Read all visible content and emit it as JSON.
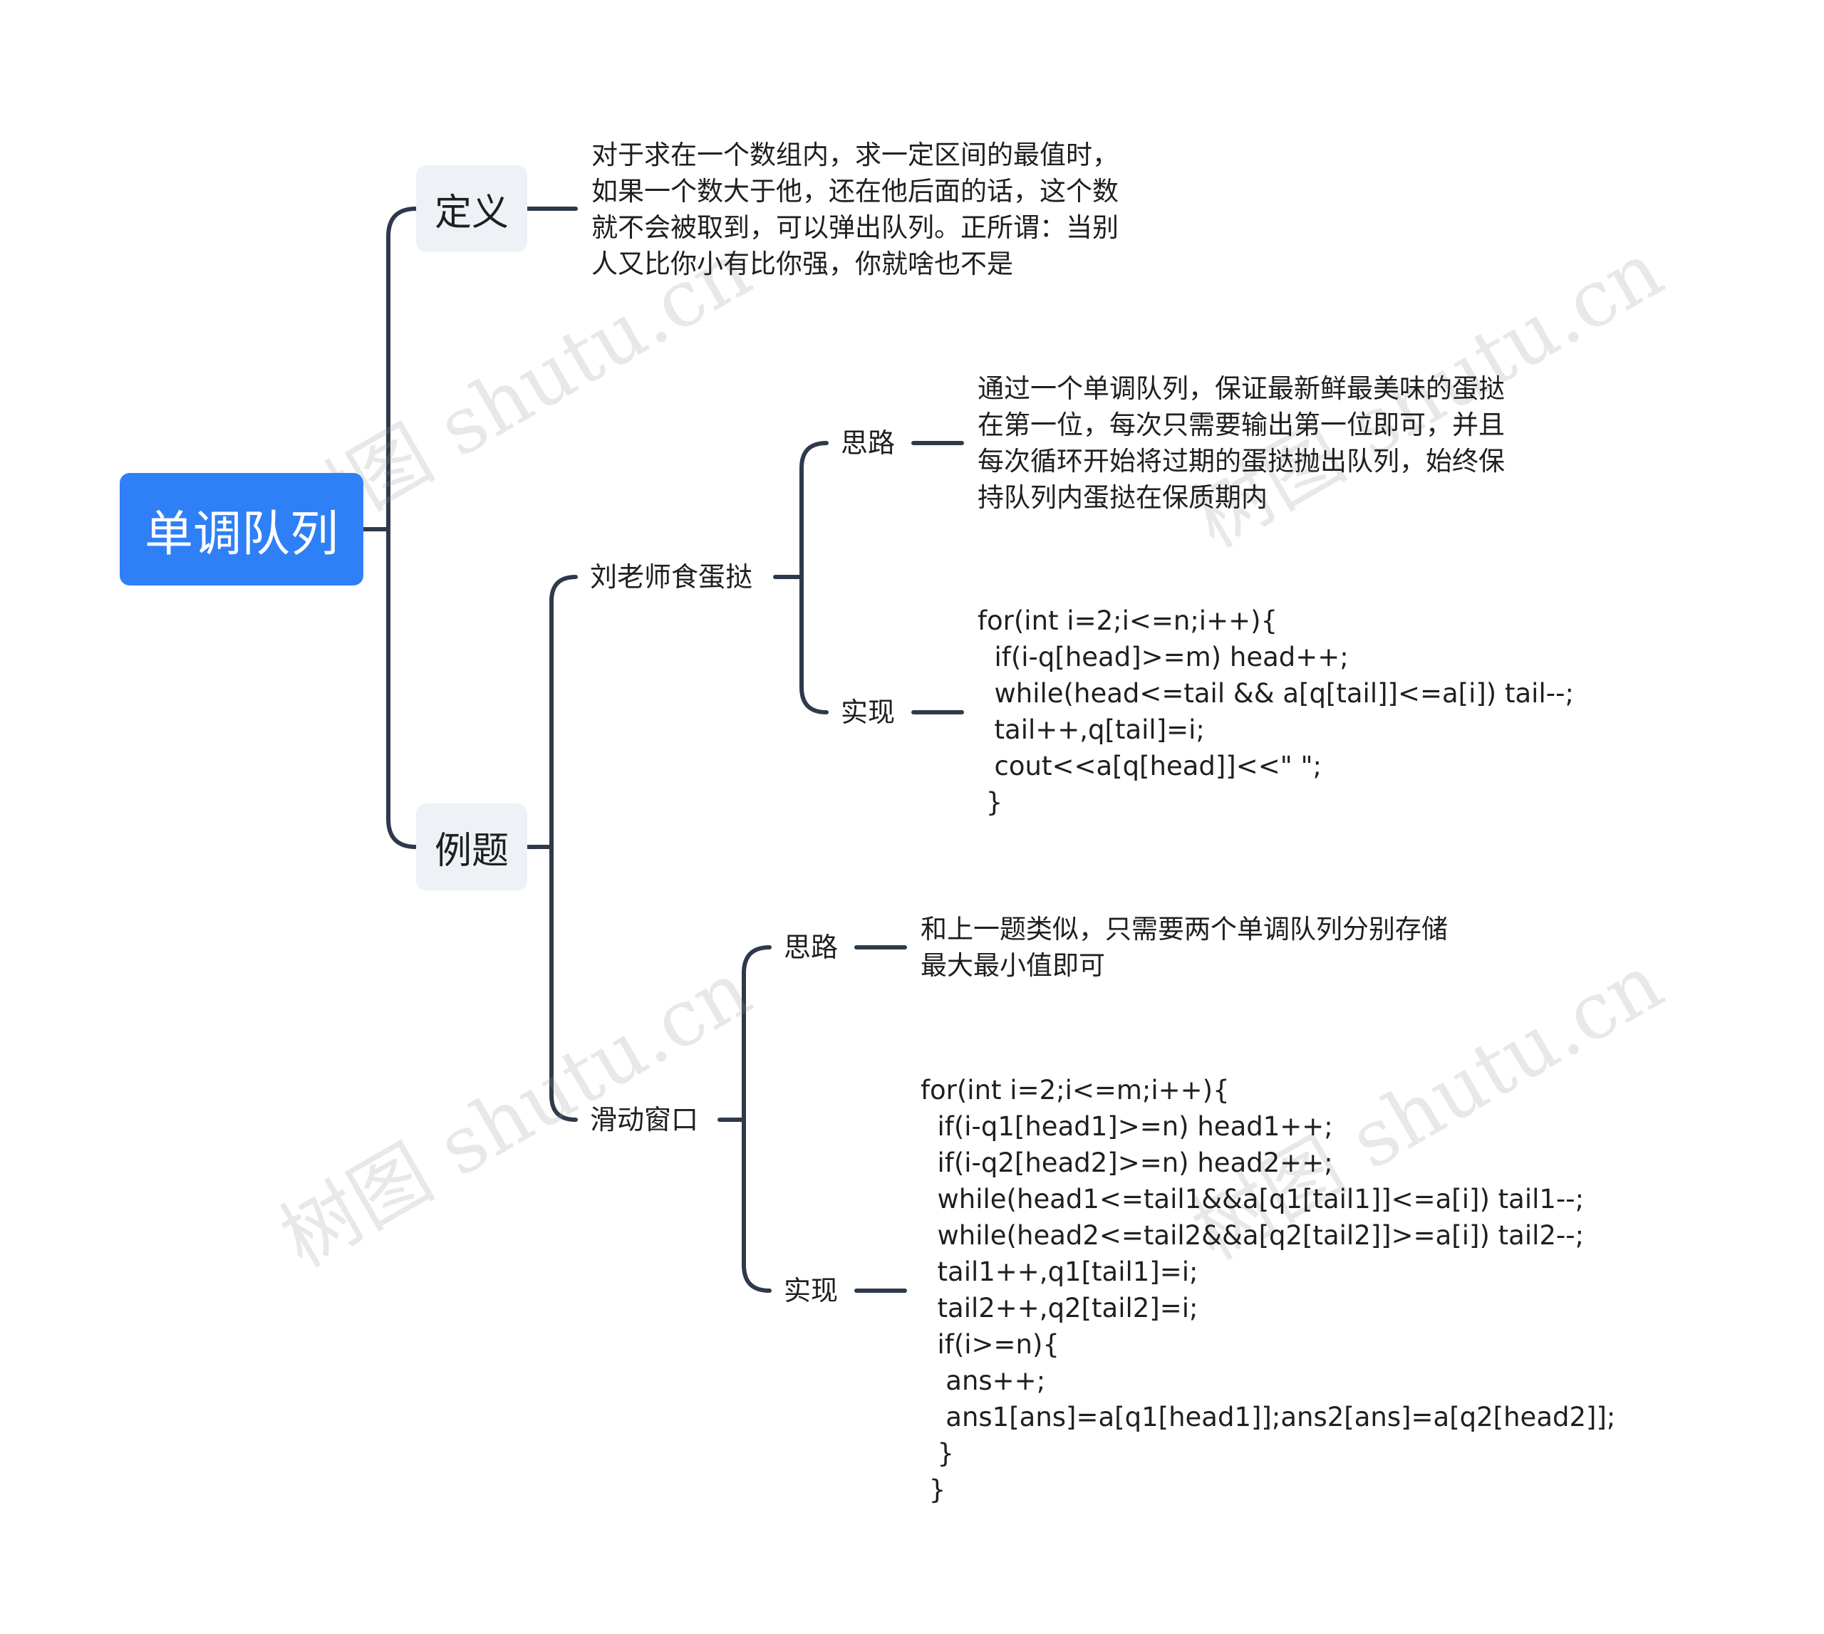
{
  "root": {
    "label": "单调队列"
  },
  "definition": {
    "label": "定义",
    "text": "对于求在一个数组内，求一定区间的最值时，\n如果一个数大于他，还在他后面的话，这个数\n就不会被取到，可以弹出队列。正所谓：当别\n人又比你小有比你强，你就啥也不是"
  },
  "examples": {
    "label": "例题",
    "problem1": {
      "label": "刘老师食蛋挞",
      "idea_label": "思路",
      "idea_text": "通过一个单调队列，保证最新鲜最美味的蛋挞\n在第一位，每次只需要输出第一位即可，并且\n每次循环开始将过期的蛋挞抛出队列，始终保\n持队列内蛋挞在保质期内",
      "impl_label": "实现",
      "impl_code": "for(int i=2;i<=n;i++){\n  if(i-q[head]>=m) head++;\n  while(head<=tail && a[q[tail]]<=a[i]) tail--;\n  tail++,q[tail]=i;\n  cout<<a[q[head]]<<\" \";\n }"
    },
    "problem2": {
      "label": "滑动窗口",
      "idea_label": "思路",
      "idea_text": "和上一题类似，只需要两个单调队列分别存储\n最大最小值即可",
      "impl_label": "实现",
      "impl_code": "for(int i=2;i<=m;i++){\n  if(i-q1[head1]>=n) head1++;\n  if(i-q2[head2]>=n) head2++;\n  while(head1<=tail1&&a[q1[tail1]]<=a[i]) tail1--;\n  while(head2<=tail2&&a[q2[tail2]]>=a[i]) tail2--;\n  tail1++,q1[tail1]=i;\n  tail2++,q2[tail2]=i;\n  if(i>=n){\n   ans++;\n   ans1[ans]=a[q1[head1]];ans2[ans]=a[q2[head2]];\n  }\n }"
    }
  },
  "watermark": {
    "text": "树图 shutu.cn"
  },
  "colors": {
    "root_fill": "#2f80f7",
    "branch_fill": "#eef1f5",
    "connector": "#2e3a4b"
  }
}
